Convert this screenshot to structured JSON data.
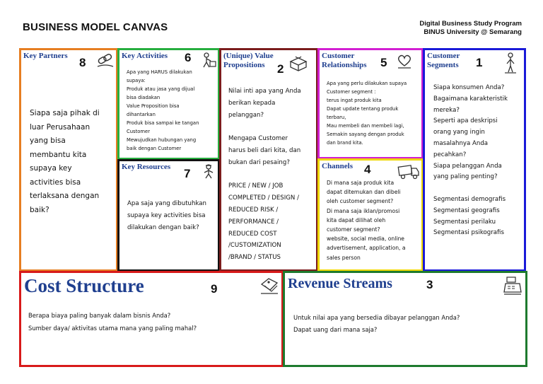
{
  "header": {
    "title": "BUSINESS MODEL CANVAS",
    "right_lines": [
      "Digital Business Study Program",
      "BINUS University @ Semarang"
    ]
  },
  "colors": {
    "partners": "#e67e22",
    "activities": "#27ae3f",
    "resources": "#111111",
    "value": "#7b1d1d",
    "relationships": "#d21fd2",
    "channels": "#f0d800",
    "segments": "#1a1ad8",
    "cost": "#d81a1a",
    "revenue": "#1e7a2e",
    "title_blue": "#1f3f8f"
  },
  "blocks": {
    "partners": {
      "title": "Key Partners",
      "number": "8",
      "icon": "chain-link-icon",
      "lines": [
        "Siapa saja pihak di",
        "luar Perusahaan",
        "yang bisa",
        "membantu kita",
        "supaya key",
        "activities bisa",
        "terlaksana dengan",
        "baik?"
      ]
    },
    "activities": {
      "title": "Key Activities",
      "number": "6",
      "icon": "person-working-icon",
      "lines": [
        "Apa yang HARUS dilakukan",
        "supaya:",
        "Produk atau jasa yang dijual",
        "bisa diadakan",
        "Value Proposition bisa",
        "dihantarkan",
        "Produk bisa sampai ke tangan",
        "Customer",
        "Mewujudkan hubungan yang",
        "baik dengan Customer"
      ]
    },
    "resources": {
      "title": "Key Resources",
      "number": "7",
      "icon": "worker-icon",
      "lines": [
        "Apa saja yang dibutuhkan",
        "supaya key activities bisa",
        "dilakukan dengan baik?"
      ]
    },
    "value": {
      "title_lines": [
        "(Unique) Value",
        "Propositions"
      ],
      "number": "2",
      "icon": "gift-box-icon",
      "lines": [
        "Nilai inti apa yang Anda",
        "berikan kepada",
        "pelanggan?",
        "",
        "Mengapa Customer",
        "harus beli dari kita, dan",
        "bukan dari pesaing?",
        "",
        "PRICE / NEW / JOB",
        "COMPLETED / DESIGN /",
        "REDUCED RISK /",
        "PERFORMANCE /",
        "REDUCED COST",
        "/CUSTOMIZATION",
        "/BRAND / STATUS"
      ]
    },
    "relationships": {
      "title_lines": [
        "Customer",
        "Relationships"
      ],
      "number": "5",
      "icon": "heart-icon",
      "lines": [
        "Apa yang perlu dilakukan supaya",
        "Customer segment :",
        "terus ingat produk kita",
        "Dapat update tentang produk",
        "terbaru,",
        "Mau membeli dan membeli lagi,",
        "Semakin sayang dengan produk",
        "dan brand kita."
      ]
    },
    "channels": {
      "title": "Channels",
      "number": "4",
      "icon": "delivery-truck-icon",
      "lines": [
        "Di mana saja produk kita",
        "dapat ditemukan dan dibeli",
        "oleh customer segment?",
        "Di mana saja iklan/promosi",
        "kita dapat dilihat oleh",
        "customer segment?",
        "website, social media, online",
        "advertisement, application, a",
        "sales person"
      ]
    },
    "segments": {
      "title_lines": [
        "Customer",
        "Segments"
      ],
      "number": "1",
      "icon": "standing-person-icon",
      "lines": [
        "Siapa konsumen Anda?",
        "Bagaimana karakteristik",
        "mereka?",
        "Seperti apa deskripsi",
        "orang yang ingin",
        "masalahnya Anda",
        "pecahkan?",
        "Siapa pelanggan Anda",
        "yang paling penting?",
        "",
        "Segmentasi demografis",
        "Segmentasi geografis",
        "Segmentasi perilaku",
        "Segmentasi psikografis"
      ]
    },
    "cost": {
      "title": "Cost Structure",
      "number": "9",
      "icon": "price-tag-icon",
      "lines": [
        "Berapa biaya paling banyak dalam bisnis Anda?",
        "Sumber daya/ aktivitas utama mana yang paling mahal?"
      ]
    },
    "revenue": {
      "title": "Revenue Streams",
      "number": "3",
      "icon": "cash-register-icon",
      "lines": [
        "Untuk nilai apa yang bersedia dibayar pelanggan Anda?",
        "Dapat uang dari mana saja?"
      ]
    }
  }
}
